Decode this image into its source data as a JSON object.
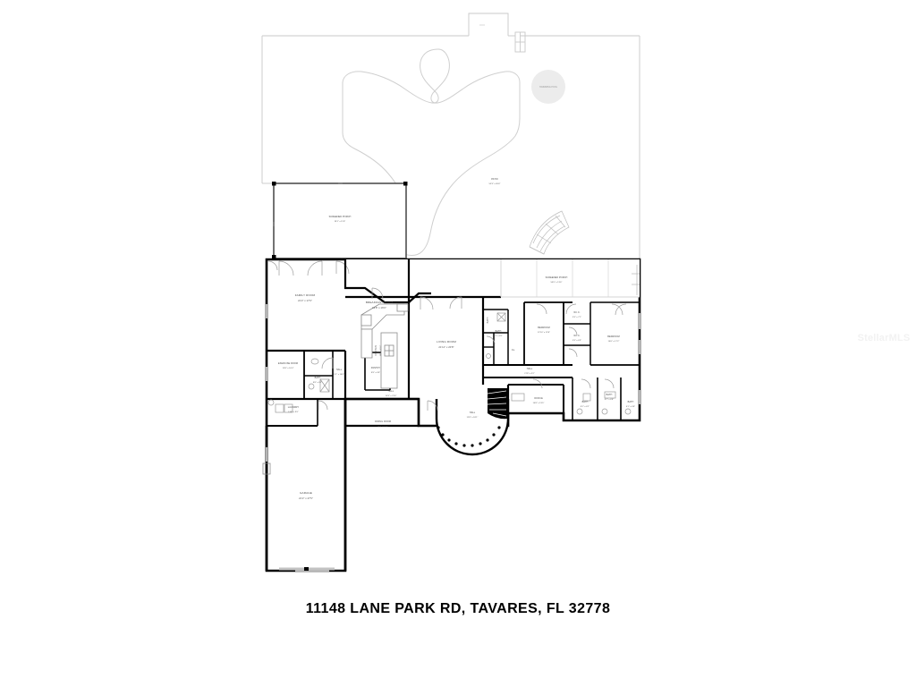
{
  "document": {
    "type": "floor-plan",
    "title": "11148 LANE PARK RD, TAVARES, FL 32778",
    "watermark": "StellarMLS",
    "background_color": "#ffffff",
    "wall_color": "#000000",
    "light_wall_color": "#b8b8b8",
    "label_color": "#4a4a4a"
  },
  "exterior": {
    "pool_enclosure_label": "",
    "swimming_pool": {
      "name": "SWIMMING POOL",
      "dimensions": ""
    },
    "patio": {
      "name": "PATIO",
      "dimensions": "53'3\" x 65'8\""
    },
    "screened_porch_left": {
      "name": "SCREENED PORCH",
      "dimensions": "28'1\" x 11'8\""
    },
    "screened_porch_right": {
      "name": "SCREENED PORCH",
      "dimensions": "56'5\" x 13'6\""
    }
  },
  "rooms": [
    {
      "id": "family-room",
      "name": "FAMILY ROOM",
      "dimensions": "21'2\" x 17'6\""
    },
    {
      "id": "breakfast-room",
      "name": "BREAKFAST ROOM",
      "dimensions": "13'8\" x 16'6\""
    },
    {
      "id": "kitchen",
      "name": "KITCHEN",
      "dimensions": "18'6\" x 15'2\""
    },
    {
      "id": "pantry",
      "name": "PANTRY",
      "dimensions": "8'9\" x 6'8\""
    },
    {
      "id": "exercise-room",
      "name": "EXERCISE ROOM",
      "dimensions": "13'8\" x 16'4\""
    },
    {
      "id": "bath-exercise",
      "name": "BATH",
      "dimensions": "8'8\" x 6'1\""
    },
    {
      "id": "laundry",
      "name": "LAUNDRY",
      "dimensions": "13'8\" x 9'6\""
    },
    {
      "id": "hall-west",
      "name": "HALL",
      "dimensions": "5'1\" x 16'6\""
    },
    {
      "id": "hall-kitchen",
      "name": "HALL",
      "dimensions": "10'3\" x 21'6\""
    },
    {
      "id": "dining-room",
      "name": "DINING ROOM",
      "dimensions": "13'8\" x 15'6\""
    },
    {
      "id": "garage",
      "name": "GARAGE",
      "dimensions": "21'2\" x 47'5\""
    },
    {
      "id": "living-room",
      "name": "LIVING ROOM",
      "dimensions": "21'11\" x 20'8\""
    },
    {
      "id": "hall-foyer",
      "name": "HALL",
      "dimensions": "12'8\" x 18'1\""
    },
    {
      "id": "office",
      "name": "OFFICE",
      "dimensions": "16'8\" x 13'5\""
    },
    {
      "id": "bedroom-mid",
      "name": "BEDROOM",
      "dimensions": "12'10\" x 13'6\""
    },
    {
      "id": "bedroom-right",
      "name": "BEDROOM",
      "dimensions": "16'6\" x 17'2\""
    },
    {
      "id": "hall-bedrooms",
      "name": "HALL",
      "dimensions": "27'8\" x 3'2\""
    },
    {
      "id": "bath-mid",
      "name": "BATH",
      "dimensions": "9'1\" x 8'1\""
    },
    {
      "id": "bath-mid2",
      "name": "BATH",
      "dimensions": "5'1\" x 8'1\""
    },
    {
      "id": "wic-1",
      "name": "W.I.C.",
      "dimensions": "5'3\" x 7'1\""
    },
    {
      "id": "wic-2",
      "name": "W.I.C.",
      "dimensions": "5'3\" x 6'9\""
    },
    {
      "id": "bath-a",
      "name": "BATH",
      "dimensions": "8'1\" x 6'1\""
    },
    {
      "id": "bath-b",
      "name": "BATH",
      "dimensions": "8'7\" x 6'8\""
    },
    {
      "id": "bath-c",
      "name": "BATH",
      "dimensions": "6'1\" x 6'8\""
    },
    {
      "id": "closet-hall",
      "name": "CL.",
      "dimensions": ""
    }
  ]
}
